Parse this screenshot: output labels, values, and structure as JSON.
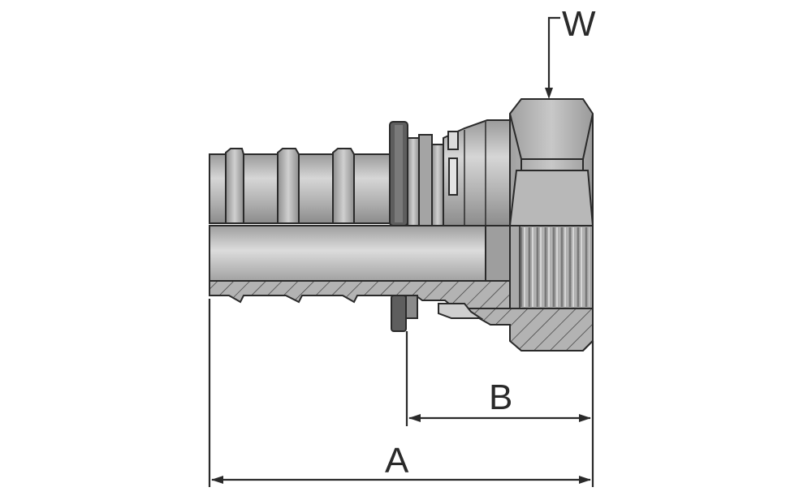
{
  "labels": {
    "w": "W",
    "b": "B",
    "a": "A"
  },
  "colors": {
    "line": "#2a2a2a",
    "metal_light": "#c4c4c4",
    "metal_mid": "#a9a9a9",
    "metal_dark": "#8a8a8a",
    "metal_bore": "#b8b8b8",
    "section_fill": "#b3b3b3",
    "seal_ring": "#5a5a5a"
  }
}
